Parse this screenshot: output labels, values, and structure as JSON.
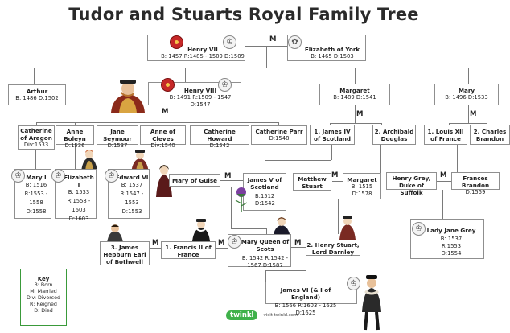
{
  "title": "Tudor and Stuarts Royal Family Tree",
  "marriage_label": "M",
  "people": {
    "henry_vii": {
      "name": "Henry VII",
      "dates": "B: 1457   R:1485 - 1509   D:1509"
    },
    "elizabeth_of_york": {
      "name": "Elizabeth of York",
      "dates": "B: 1465   D:1503"
    },
    "arthur": {
      "name": "Arthur",
      "dates": "B: 1486   D:1502"
    },
    "henry_viii": {
      "name": "Henry VIII",
      "dates": "B: 1491   R:1509 - 1547   D:1547"
    },
    "margaret_tudor": {
      "name": "Margaret",
      "dates": "B: 1489   D:1541"
    },
    "mary_tudor": {
      "name": "Mary",
      "dates": "B: 1496   D:1533"
    },
    "catherine_of_aragon": {
      "name": "Catherine of Aragon",
      "dates": "Div:1533"
    },
    "anne_boleyn": {
      "name": "Anne Boleyn",
      "dates": "D:1536"
    },
    "jane_seymour": {
      "name": "Jane Seymour",
      "dates": "D:1537"
    },
    "anne_of_cleves": {
      "name": "Anne of Cleves",
      "dates": "Div:1540"
    },
    "catherine_howard": {
      "name": "Catherine Howard",
      "dates": "D:1542"
    },
    "catherine_parr": {
      "name": "Catherine Parr",
      "dates": "D:1548"
    },
    "james_iv": {
      "name": "1. James IV of Scotland",
      "dates": ""
    },
    "archibald_douglas": {
      "name": "2. Archibald Douglas",
      "dates": ""
    },
    "louis_xii": {
      "name": "1. Louis XII of France",
      "dates": ""
    },
    "charles_brandon": {
      "name": "2. Charles Brandon",
      "dates": ""
    },
    "mary_i": {
      "name": "Mary I",
      "dates": "B: 1516\nR:1553 - 1558\nD:1558"
    },
    "elizabeth_i": {
      "name": "Elizabeth I",
      "dates": "B: 1533\nR:1558 - 1603\nD:1603"
    },
    "edward_vi": {
      "name": "Edward VI",
      "dates": "B: 1537\nR:1547 - 1553\nD:1553"
    },
    "mary_of_guise": {
      "name": "Mary of Guise",
      "dates": ""
    },
    "james_v": {
      "name": "James V of Scotland",
      "dates": "B:1512\nD:1542"
    },
    "matthew_stuart": {
      "name": "Matthew Stuart",
      "dates": ""
    },
    "margaret_douglas": {
      "name": "Margaret",
      "dates": "B: 1515\nD:1578"
    },
    "henry_grey": {
      "name": "Henry Grey, Duke of Suffolk",
      "dates": ""
    },
    "frances_brandon": {
      "name": "Frances Brandon",
      "dates": "D:1559"
    },
    "james_hepburn": {
      "name": "3. James Hepburn Earl of Bothwell",
      "dates": ""
    },
    "francis_ii": {
      "name": "1. Francis II of France",
      "dates": ""
    },
    "mary_queen_of_scots": {
      "name": "Mary Queen of Scots",
      "dates": "B: 1542   R:1542 -\n1567   D:1587"
    },
    "henry_stuart": {
      "name": "2. Henry Stuart, Lord Darnley",
      "dates": ""
    },
    "lady_jane_grey": {
      "name": "Lady Jane Grey",
      "dates": "B: 1537\nR:1553\nD:1554"
    },
    "james_vi": {
      "name": "James VI (& I of England)",
      "dates": "B: 1566   R:1603 - 1625   D:1625"
    }
  },
  "key": {
    "title": "Key",
    "entries": [
      "B: Born",
      "M: Married",
      "Div: Divorced",
      "R: Reigned",
      "D: Died"
    ]
  },
  "logo": {
    "brand": "twinkl",
    "url": "visit twinkl.com"
  },
  "colors": {
    "rose": "#c62828",
    "key_border": "#3a9a3a",
    "brand_green": "#3fb14a",
    "box_border": "#8f8f8f"
  }
}
